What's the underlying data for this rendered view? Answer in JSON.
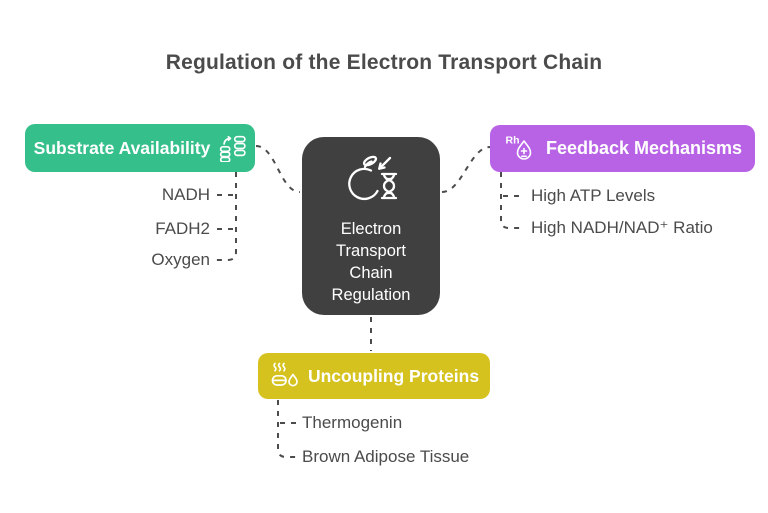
{
  "title": "Regulation of the Electron Transport Chain",
  "colors": {
    "center_bg": "#404040",
    "substrate_bg": "#34bf8b",
    "feedback_bg": "#b863e6",
    "uncoupling_bg": "#d6c21e",
    "text_dark": "#4b4b4b",
    "text_light": "#ffffff",
    "connector": "#4c4c4c"
  },
  "center": {
    "icon": "apple-dna-icon",
    "lines": [
      "Electron",
      "Transport",
      "Chain",
      "Regulation"
    ]
  },
  "branches": {
    "substrate": {
      "label": "Substrate Availability",
      "icon": "database-transfer-icon",
      "items": [
        "NADH",
        "FADH2",
        "Oxygen"
      ]
    },
    "feedback": {
      "label": "Feedback Mechanisms",
      "icon": "rh-blood-drop-icon",
      "items": [
        "High ATP Levels",
        "High NADH/NAD⁺ Ratio"
      ]
    },
    "uncoupling": {
      "label": "Uncoupling Proteins",
      "icon": "steam-heat-icon",
      "items": [
        "Thermogenin",
        "Brown Adipose Tissue"
      ]
    }
  }
}
